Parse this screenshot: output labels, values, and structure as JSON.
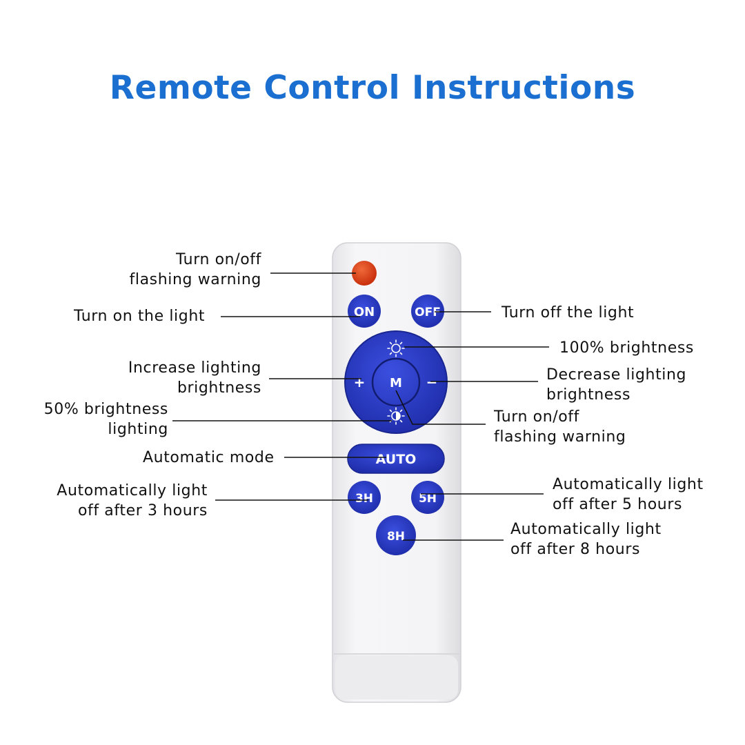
{
  "title": "Remote Control Instructions",
  "colors": {
    "title": "#1a6fd1",
    "button_blue": "#2e3fc9",
    "button_blue_dark": "#1c2a9a",
    "red_button": "#d83a10",
    "remote_body": "#f1f1f3",
    "leader_line": "#111111"
  },
  "buttons": {
    "on": "ON",
    "off": "OFF",
    "mode": "M",
    "plus": "+",
    "minus": "−",
    "auto": "AUTO",
    "h3": "3H",
    "h5": "5H",
    "h8": "8H"
  },
  "icons": {
    "red": "red-power-button",
    "bright_full": "sun-full-icon",
    "bright_half": "sun-half-icon"
  },
  "labels": {
    "flash_top": "Turn on/off\nflashing warning",
    "turn_on": "Turn on the light",
    "turn_off": "Turn off the light",
    "bright_100": "100% brightness",
    "increase": "Increase lighting\nbrightness",
    "decrease": "Decrease lighting\nbrightness",
    "bright_50": "50% brightness\nlighting",
    "flash_m": "Turn on/off\nflashing warning",
    "auto_mode": "Automatic mode",
    "auto_3h": "Automatically light\noff after 3 hours",
    "auto_5h": "Automatically light\noff after 5 hours",
    "auto_8h": "Automatically light\noff after 8 hours"
  }
}
